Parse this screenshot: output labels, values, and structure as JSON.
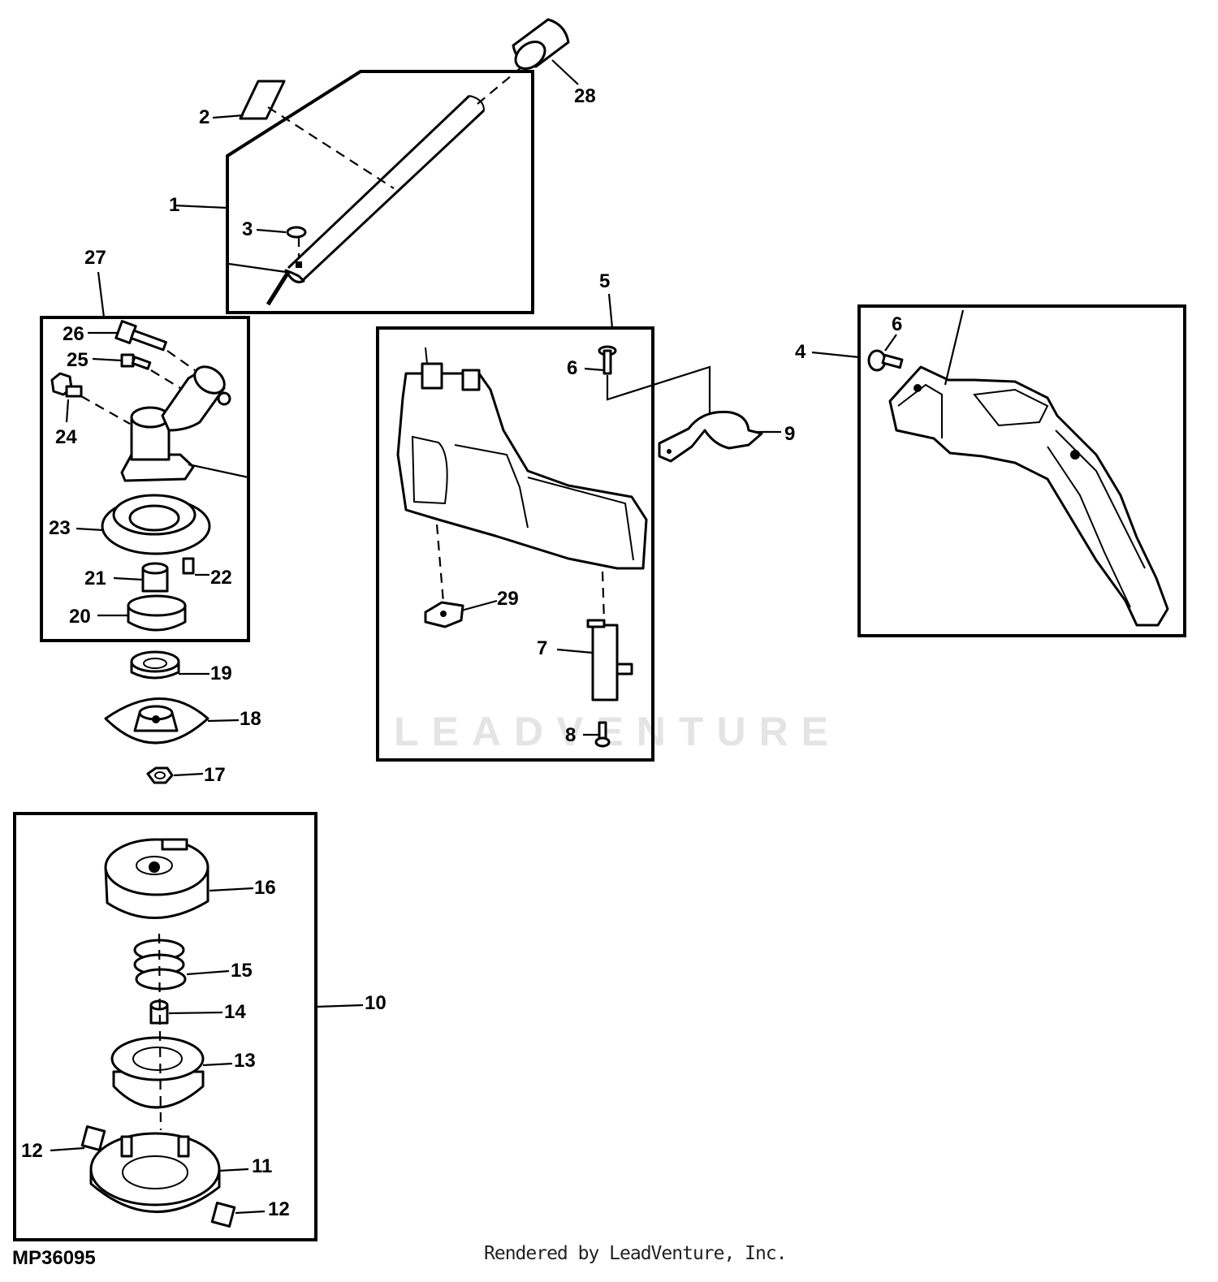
{
  "diagram": {
    "drawing_code": "MP36095",
    "credit": "Rendered by LeadVenture, Inc.",
    "watermark": "LEADVENTURE",
    "callouts": {
      "c1": "1",
      "c2": "2",
      "c3": "3",
      "c4": "4",
      "c5": "5",
      "c6a": "6",
      "c6b": "6",
      "c7": "7",
      "c8": "8",
      "c9": "9",
      "c10": "10",
      "c11": "11",
      "c12a": "12",
      "c12b": "12",
      "c13": "13",
      "c14": "14",
      "c15": "15",
      "c16": "16",
      "c17": "17",
      "c18": "18",
      "c19": "19",
      "c20": "20",
      "c21": "21",
      "c22": "22",
      "c23": "23",
      "c24": "24",
      "c25": "25",
      "c26": "26",
      "c27": "27",
      "c28": "28",
      "c29": "29"
    }
  }
}
